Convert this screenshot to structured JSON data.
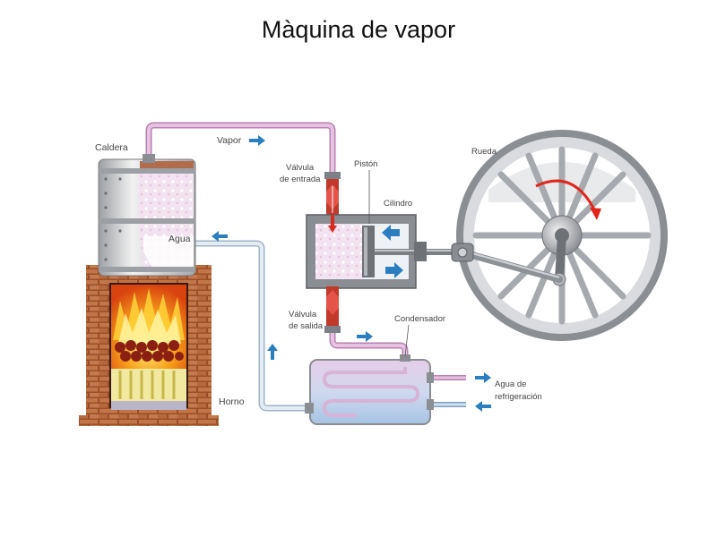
{
  "title": "Màquina de vapor",
  "labels": {
    "caldera": "Caldera",
    "vapor": "Vapor",
    "agua": "Agua",
    "valvula_entrada_1": "Válvula",
    "valvula_entrada_2": "de entrada",
    "piston": "Pistón",
    "cilindro": "Cilindro",
    "rueda": "Rueda",
    "valvula_salida_1": "Válvula",
    "valvula_salida_2": "de salida",
    "condensador": "Condensador",
    "agua_refrigeracion_1": "Agua de",
    "agua_refrigeracion_2": "refrigeración",
    "horno": "Horno"
  },
  "colors": {
    "steam_pipe": "#d9a7d2",
    "water_pipe": "#c7d6e3",
    "brick": "#b0653a",
    "fire": "#f28a12",
    "arrow": "#2b7fc0",
    "rotation_arrow": "#e0261d",
    "cylinder": "#8a8d91"
  }
}
